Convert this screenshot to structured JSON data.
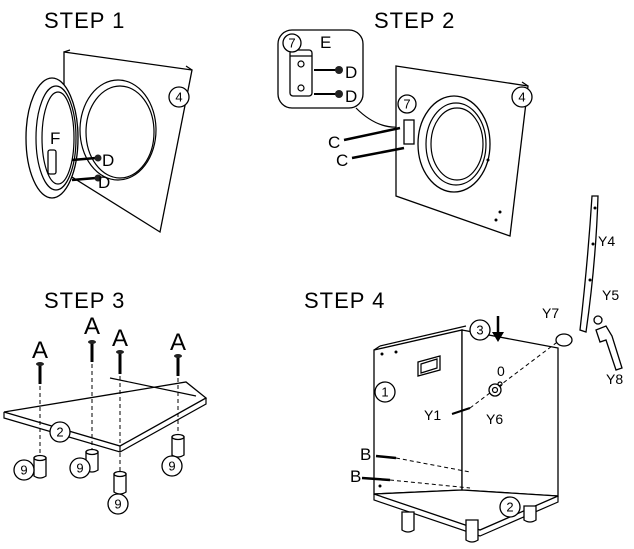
{
  "steps": {
    "s1": "STEP 1",
    "s2": "STEP 2",
    "s3": "STEP 3",
    "s4": "STEP 4"
  },
  "parts": {
    "n1": "1",
    "n2": "2",
    "n3": "3",
    "n4": "4",
    "n7": "7",
    "n9": "9",
    "A": "A",
    "B": "B",
    "C": "C",
    "D": "D",
    "E": "E",
    "F": "F",
    "Y1": "Y1",
    "Y4": "Y4",
    "Y5": "Y5",
    "Y6": "Y6",
    "Y7": "Y7",
    "Y8": "Y8",
    "zero": "0"
  }
}
